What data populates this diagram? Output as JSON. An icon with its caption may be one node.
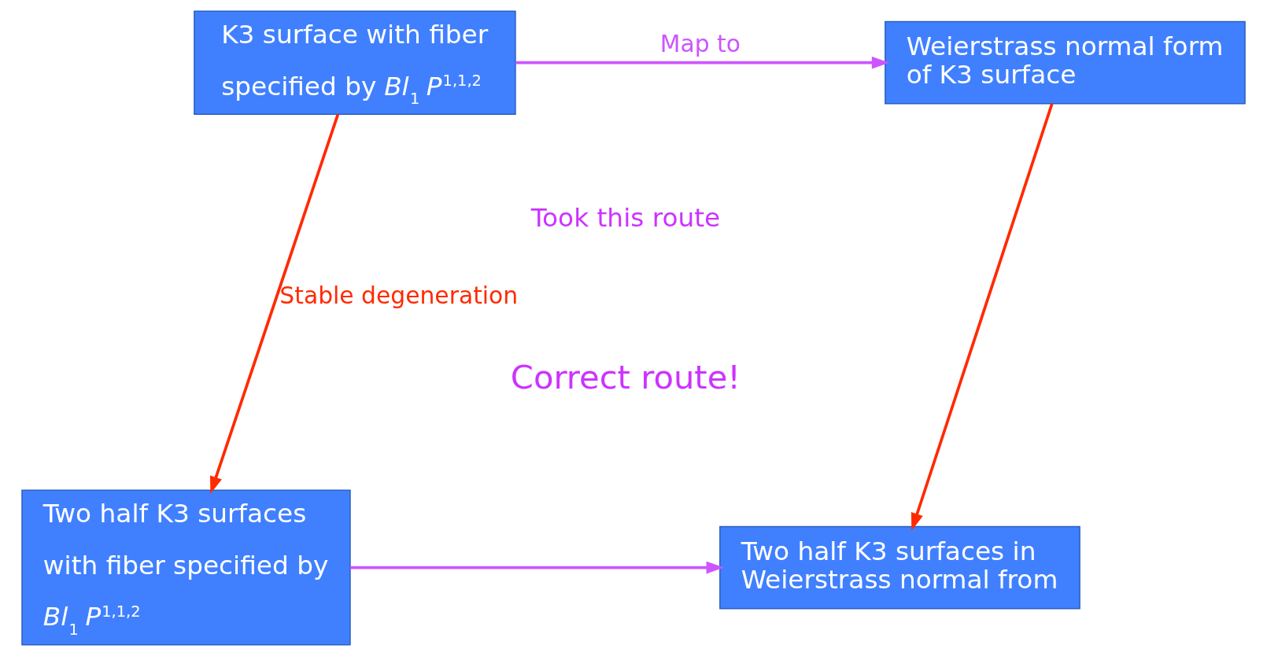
{
  "diagram": {
    "nodes": [
      {
        "text": [
          "K3 surface with fiber specified by *Bl*$_{1}$ *P*$^{1,1,2}$"
        ]
      },
      {
        "text": [
          "Weierstrass normal form of K3 surface"
        ]
      },
      {
        "text": [
          "Two half K3 surfaces with fiber specified by *Bl*$_{1}$ *P*$^{1,1,2}$"
        ]
      },
      {
        "text": [
          "Two half K3 surfaces in Weierstrass normal from"
        ]
      }
    ],
    "edges": [
      {
        "from": 0,
        "to": 1,
        "arrow": "to",
        "label": "Map to",
        "color": "#cc55ff"
      },
      {
        "from": 0,
        "to": 2,
        "arrow": "to",
        "label": "Stable degeneration",
        "color": "#ff2a00"
      },
      {
        "from": 1,
        "to": 3,
        "arrow": "to",
        "color": "#ff2a00"
      },
      {
        "from": 2,
        "to": 3,
        "arrow": "to",
        "color": "#cc55ff"
      }
    ],
    "labels": [
      "Took this route",
      "Correct route!"
    ]
  }
}
